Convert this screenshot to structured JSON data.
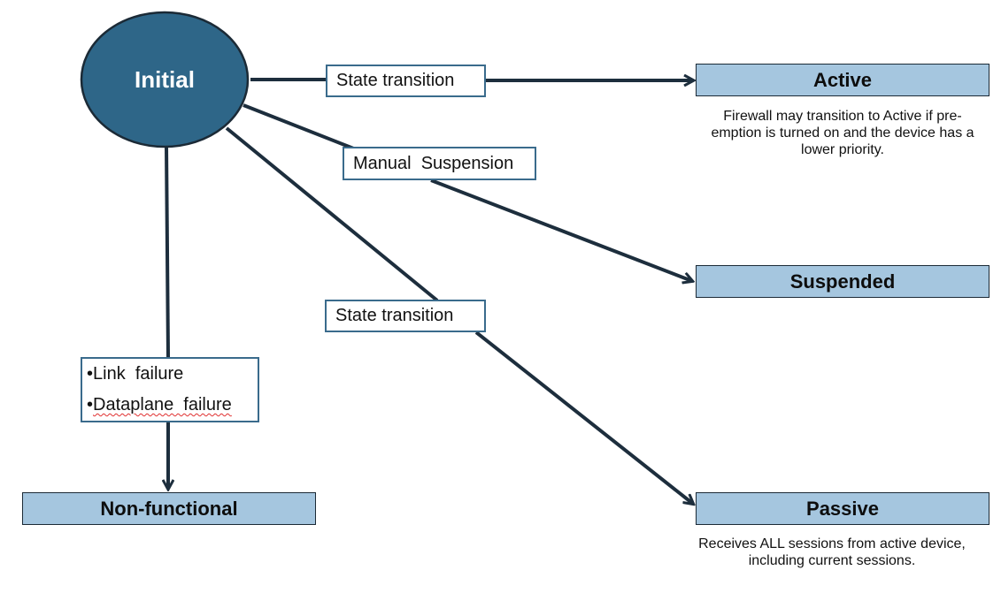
{
  "colors": {
    "initial_fill": "#2e6688",
    "state_fill": "#a5c6df",
    "connector": "#1d2e3d",
    "label_border": "#3a6b8c"
  },
  "states": {
    "initial": "Initial",
    "active": "Active",
    "suspended": "Suspended",
    "passive": "Passive",
    "non_functional": "Non-functional"
  },
  "transitions": {
    "to_active": "State transition",
    "to_suspended": "Manual  Suspension",
    "to_passive": "State transition",
    "to_non_functional": {
      "bullet": "•",
      "items": [
        "Link  failure",
        "Dataplane  failure"
      ]
    }
  },
  "notes": {
    "active": [
      "Firewall may transition to Active if pre-",
      "emption is turned on and the device has a",
      "lower priority."
    ],
    "passive": [
      "Receives ALL sessions from active device,",
      "including current sessions."
    ]
  }
}
